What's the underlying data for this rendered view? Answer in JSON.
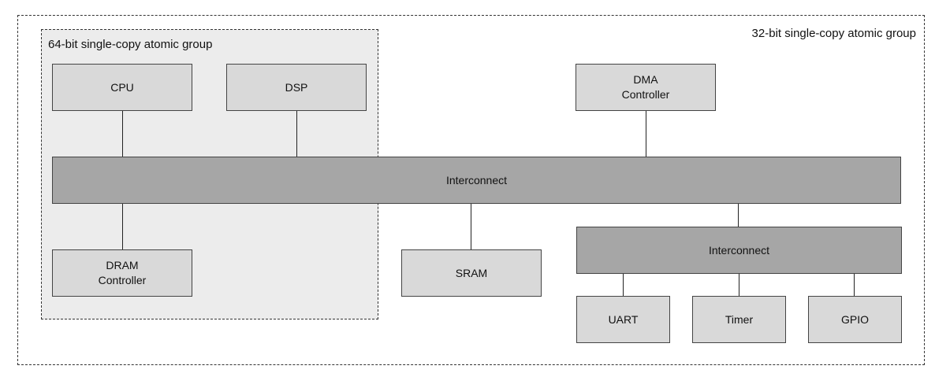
{
  "groups": {
    "outer_label": "32-bit single-copy atomic group",
    "inner_label": "64-bit single-copy atomic group"
  },
  "blocks": {
    "cpu": "CPU",
    "dsp": "DSP",
    "dma": "DMA\nController",
    "dram": "DRAM\nController",
    "sram": "SRAM",
    "uart": "UART",
    "timer": "Timer",
    "gpio": "GPIO"
  },
  "buses": {
    "main": "Interconnect",
    "peripheral": "Interconnect"
  }
}
